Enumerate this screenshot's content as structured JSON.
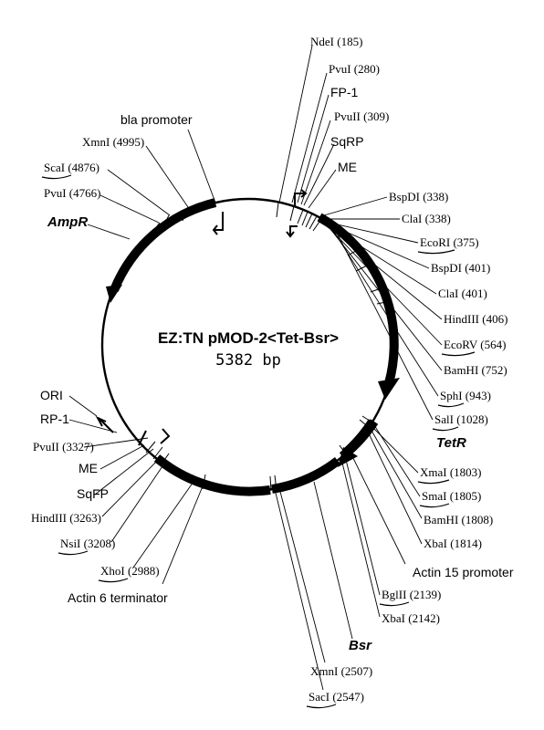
{
  "title": "EZ:TN pMOD-2<Tet-Bsr>",
  "size": "5382 bp",
  "genes": {
    "ampr": "AmpR",
    "tetr": "TetR",
    "bsr": "Bsr"
  },
  "features": {
    "bla_promoter": "bla promoter",
    "fp1": "FP-1",
    "sqrp": "SqRP",
    "me_top": "ME",
    "ori": "ORI",
    "rp1": "RP-1",
    "me_left": "ME",
    "sqfp": "SqFP",
    "actin15": "Actin 15 promoter",
    "actin6": "Actin 6 terminator"
  },
  "sites": {
    "ndei": "NdeI (185)",
    "pvui_280": "PvuI (280)",
    "pvuii_309": "PvuII (309)",
    "bspdi_338": "BspDI (338)",
    "clai_338": "ClaI (338)",
    "ecori": "EcoRI (375)",
    "bspdi_401": "BspDI (401)",
    "clai_401": "ClaI (401)",
    "hindiii_406": "HindIII (406)",
    "ecorv": "EcoRV (564)",
    "bamhi_752": "BamHI (752)",
    "sphi": "SphI (943)",
    "sali": "SalI (1028)",
    "xmai": "XmaI (1803)",
    "smai": "SmaI (1805)",
    "bamhi_1808": "BamHI (1808)",
    "xbai_1814": "XbaI (1814)",
    "bglii": "BglII (2139)",
    "xbai_2142": "XbaI (2142)",
    "xmni_2507": "XmnI (2507)",
    "saci": "SacI (2547)",
    "xhoi": "XhoI (2988)",
    "nsii": "NsiI (3208)",
    "hindiii_3263": "HindIII (3263)",
    "pvuii_3327": "PvuII (3327)",
    "pvui_4766": "PvuI (4766)",
    "scai": "ScaI (4876)",
    "xmni_4995": "XmnI (4995)"
  }
}
